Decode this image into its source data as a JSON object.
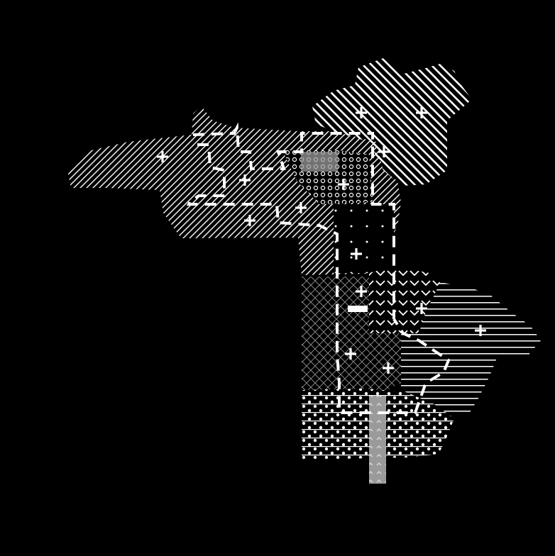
{
  "map": {
    "background_color": "#000000",
    "foreground_color": "#ffffff",
    "highlight_color": "#9a9a9a",
    "regions": [
      {
        "id": "region-west-diagonal",
        "pattern": "diagonal-lines"
      },
      {
        "id": "region-northeast-diagonal",
        "pattern": "diagonal-lines"
      },
      {
        "id": "region-central-dots",
        "pattern": "sparse-dots"
      },
      {
        "id": "region-rings",
        "pattern": "small-circles"
      },
      {
        "id": "region-crosshatch",
        "pattern": "crosshatch"
      },
      {
        "id": "region-chevrons",
        "pattern": "chevrons"
      },
      {
        "id": "region-east-horizontal",
        "pattern": "horizontal-lines"
      },
      {
        "id": "region-south-dots",
        "pattern": "dense-dots"
      },
      {
        "id": "corridor-gray",
        "pattern": "solid-gray"
      }
    ],
    "plus_markers": 18,
    "minus_markers": 1,
    "dashed_boundary": "present"
  }
}
